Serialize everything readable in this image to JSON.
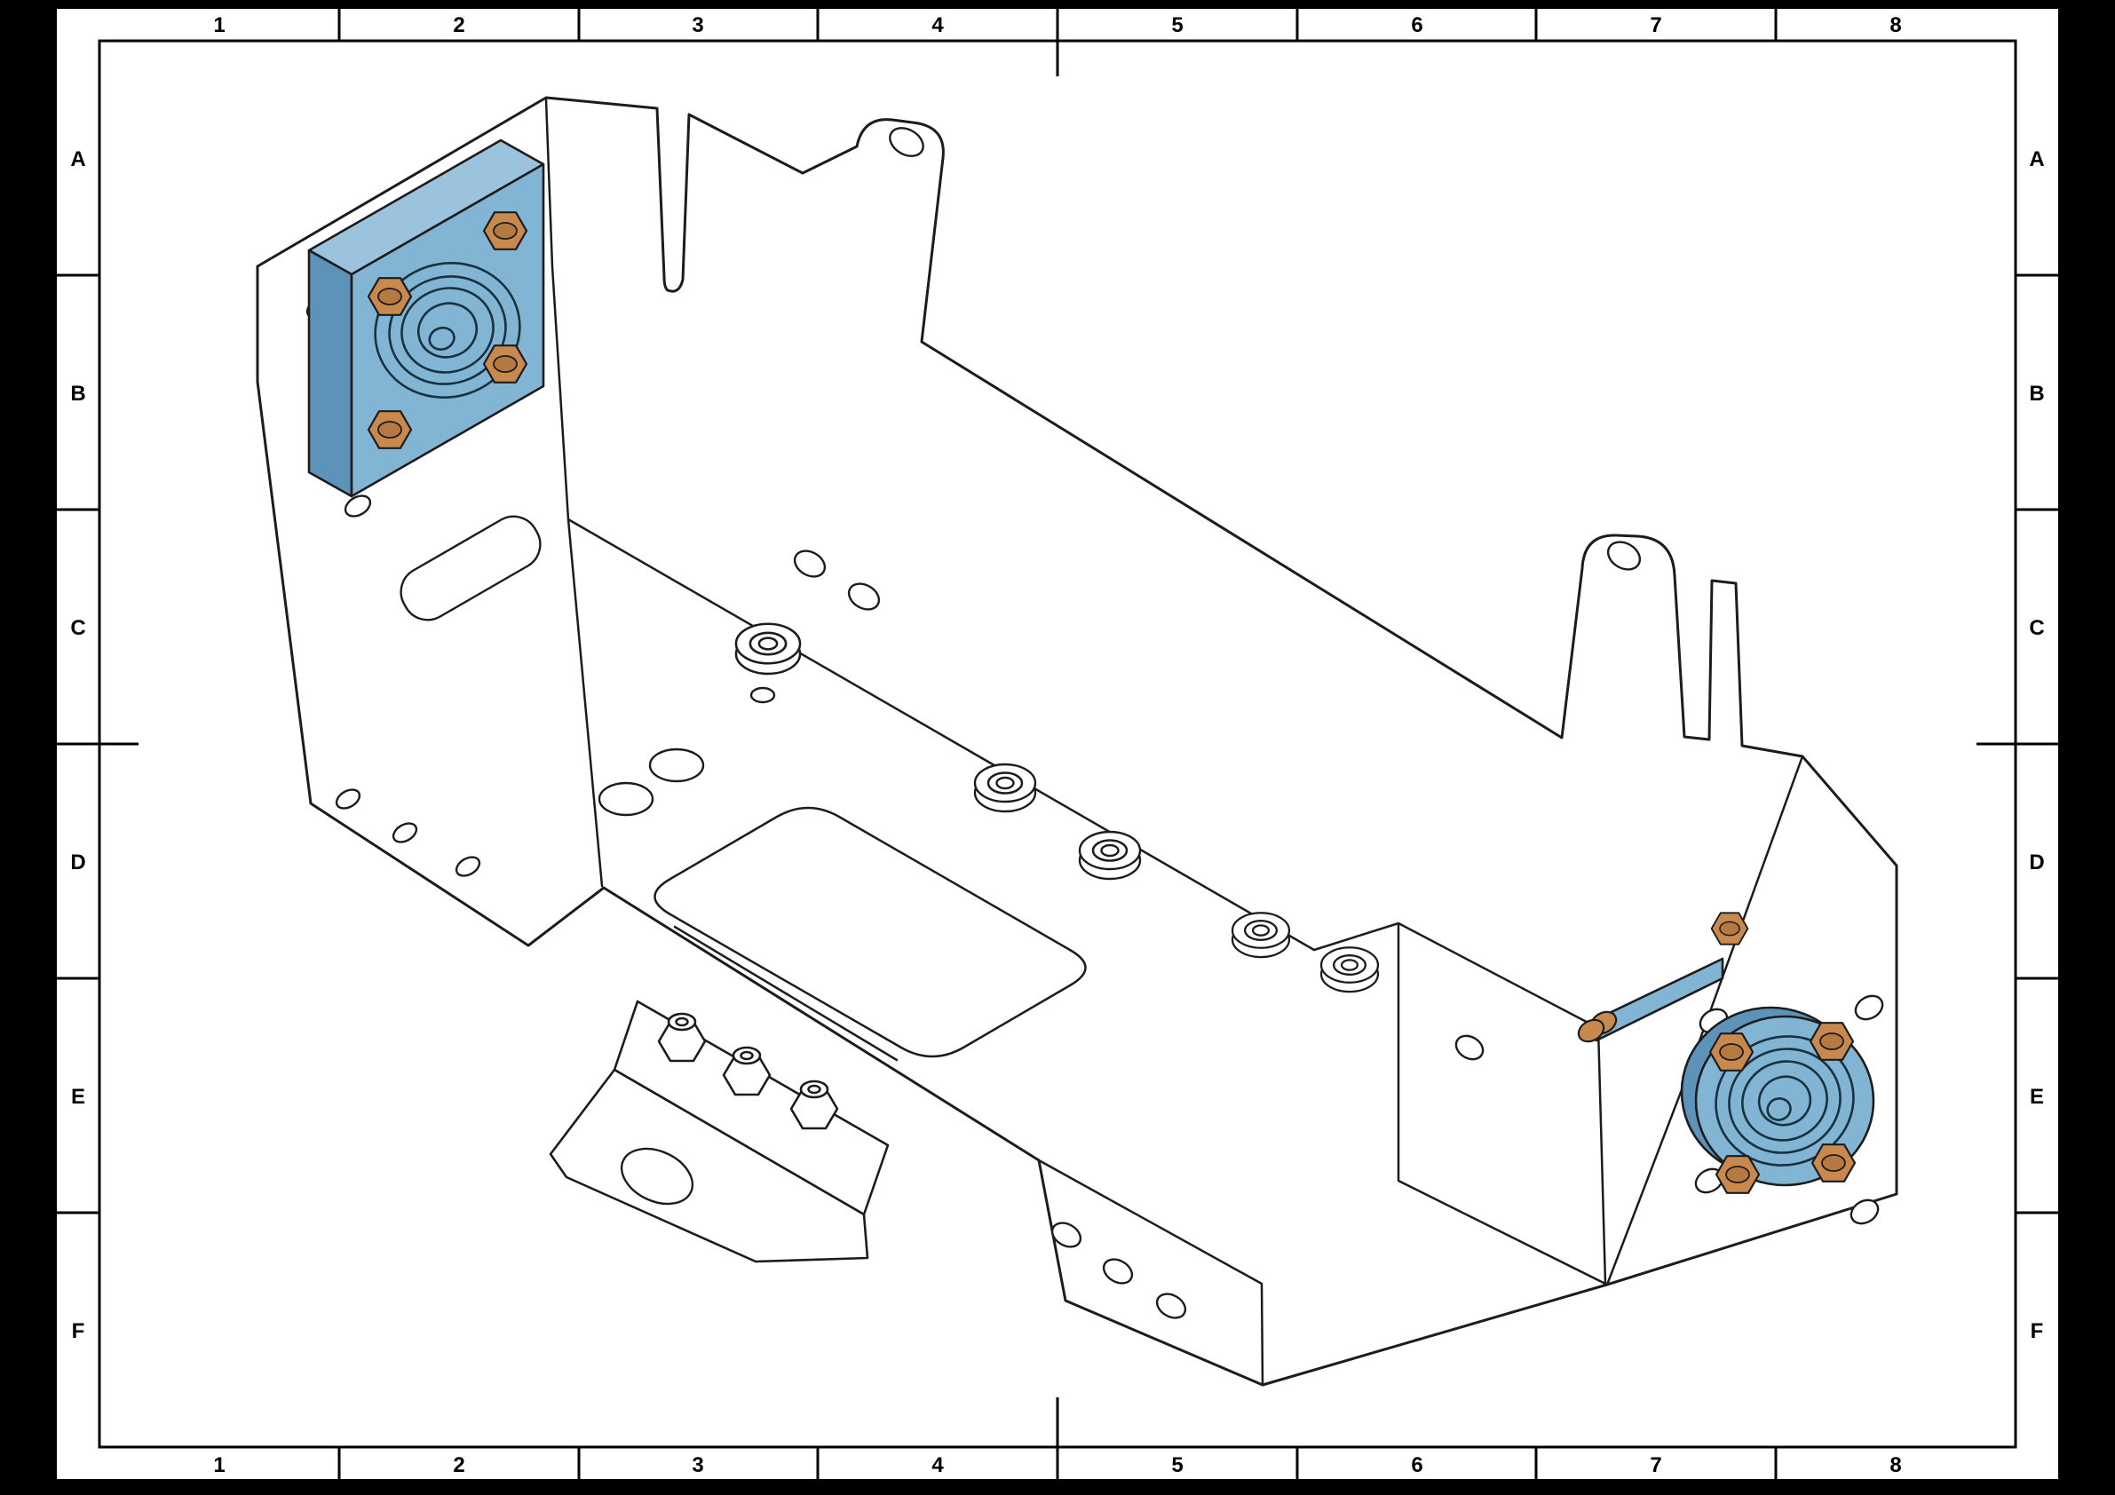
{
  "sheet": {
    "grid_columns": [
      "1",
      "2",
      "3",
      "4",
      "5",
      "6",
      "7",
      "8"
    ],
    "grid_rows": [
      "A",
      "B",
      "C",
      "D",
      "E",
      "F"
    ],
    "background": "#ffffff",
    "border_color": "#000000"
  },
  "drawing": {
    "view": "isometric",
    "content": "sheet-metal bracket assembly with two blue bearing mounts and orange fasteners",
    "colors": {
      "line": "#1c1c1c",
      "body": "#ffffff",
      "bearing_blue": "#82b4d4",
      "bearing_blue_dark": "#5d93b8",
      "bearing_blue_light": "#9cc3dd",
      "fastener_orange": "#c8894f"
    }
  }
}
